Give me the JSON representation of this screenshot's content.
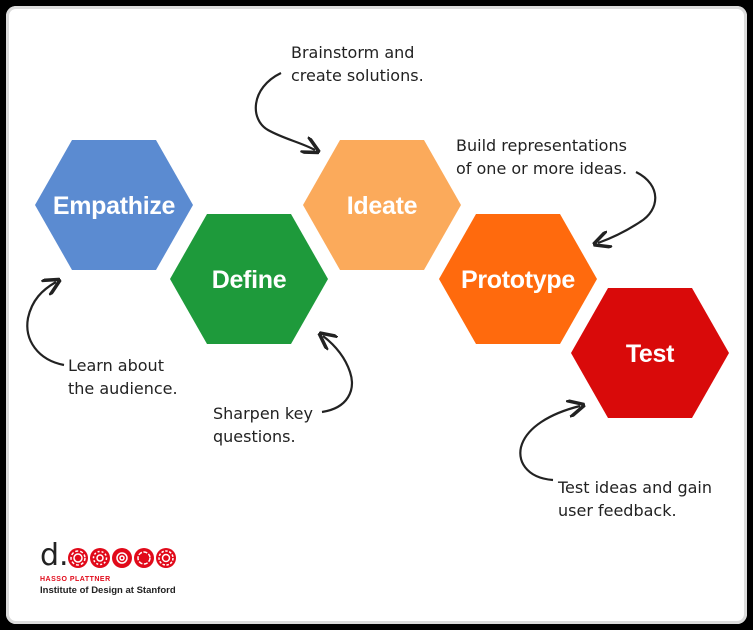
{
  "stages": {
    "empathize": {
      "label": "Empathize",
      "color": "#5b8bd1"
    },
    "define": {
      "label": "Define",
      "color": "#1e9a3b"
    },
    "ideate": {
      "label": "Ideate",
      "color": "#fbaa5b"
    },
    "prototype": {
      "label": "Prototype",
      "color": "#ff6a0d"
    },
    "test": {
      "label": "Test",
      "color": "#d90a0a"
    }
  },
  "notes": {
    "ideate": "Brainstorm and\ncreate solutions.",
    "prototype": "Build representations\nof one or more ideas.",
    "empathize": "Learn about\nthe audience.",
    "define": "Sharpen key\nquestions.",
    "test": "Test ideas and gain\nuser feedback."
  },
  "logo": {
    "mark": "d.",
    "org": "HASSO PLATTNER",
    "institute": "Institute of Design at Stanford",
    "accent": "#e10a1a"
  }
}
